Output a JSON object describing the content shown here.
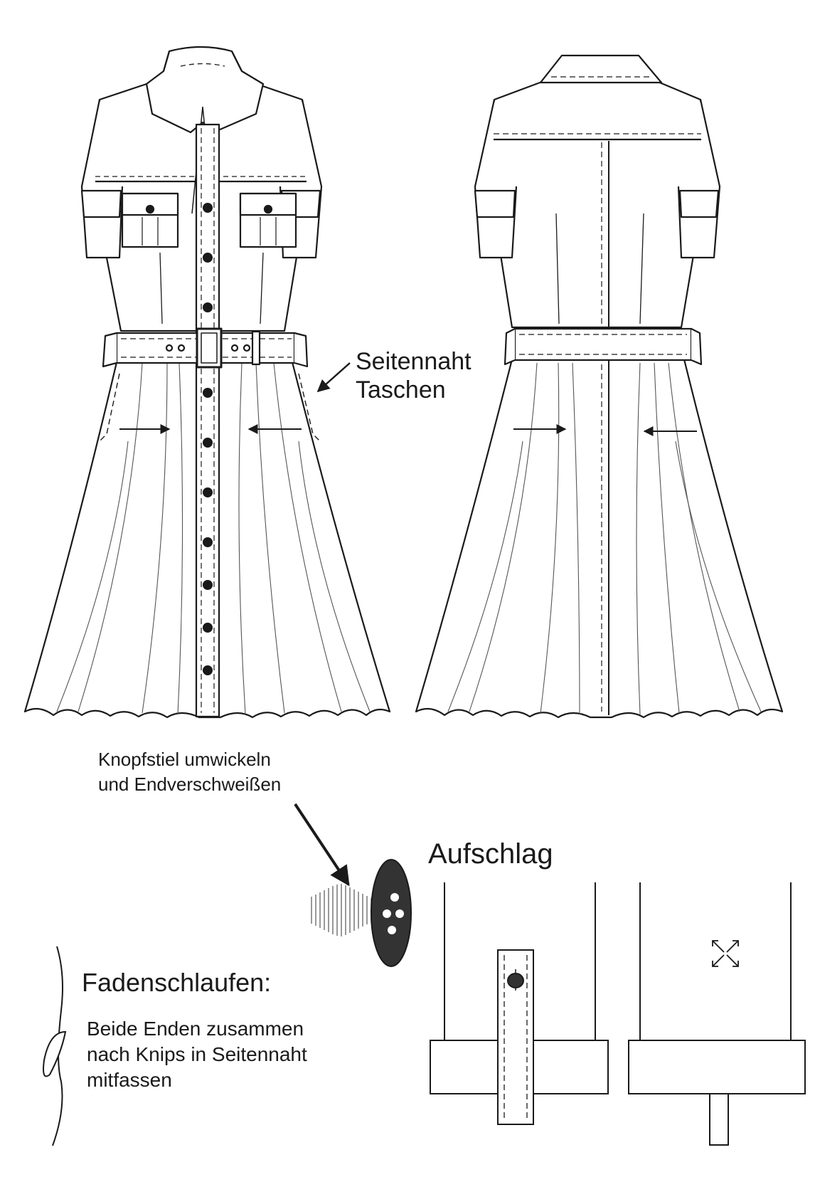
{
  "labels": {
    "side_seam": [
      "Seitennaht",
      "Taschen"
    ],
    "button_shank": [
      "Knopfstiel umwickeln",
      "und Endverschweißen"
    ],
    "cuff": "Aufschlag",
    "thread_loops_title": "Fadenschlaufen:",
    "thread_loops_text": [
      "Beide Enden zusammen",
      "nach Knips in Seitennaht",
      "mitfassen"
    ]
  },
  "colors": {
    "line": "#1a1a1a",
    "button": "#333333"
  },
  "icons": {
    "cuff_tab_mark": "move-arrows-icon"
  }
}
